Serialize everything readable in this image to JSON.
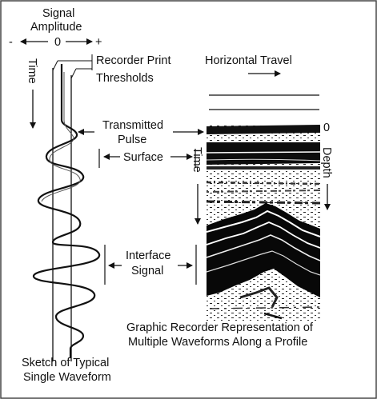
{
  "labels": {
    "signal": "Signal",
    "amplitude": "Amplitude",
    "minus": "-",
    "zero_top": "0",
    "plus": "+",
    "time_left": "Time",
    "recorder_print": "Recorder Print",
    "thresholds": "Thresholds",
    "horizontal_travel": "Horizontal Travel",
    "transmitted": "Transmitted",
    "pulse": "Pulse",
    "zero_right": "0",
    "surface": "Surface",
    "time_mid": "Time",
    "depth": "Depth",
    "interface": "Interface",
    "signal2": "Signal",
    "caption_right_1": "Graphic Recorder Representation of",
    "caption_right_2": "Multiple Waveforms Along a Profile",
    "caption_left_1": "Sketch of Typical",
    "caption_left_2": "Single Waveform"
  }
}
